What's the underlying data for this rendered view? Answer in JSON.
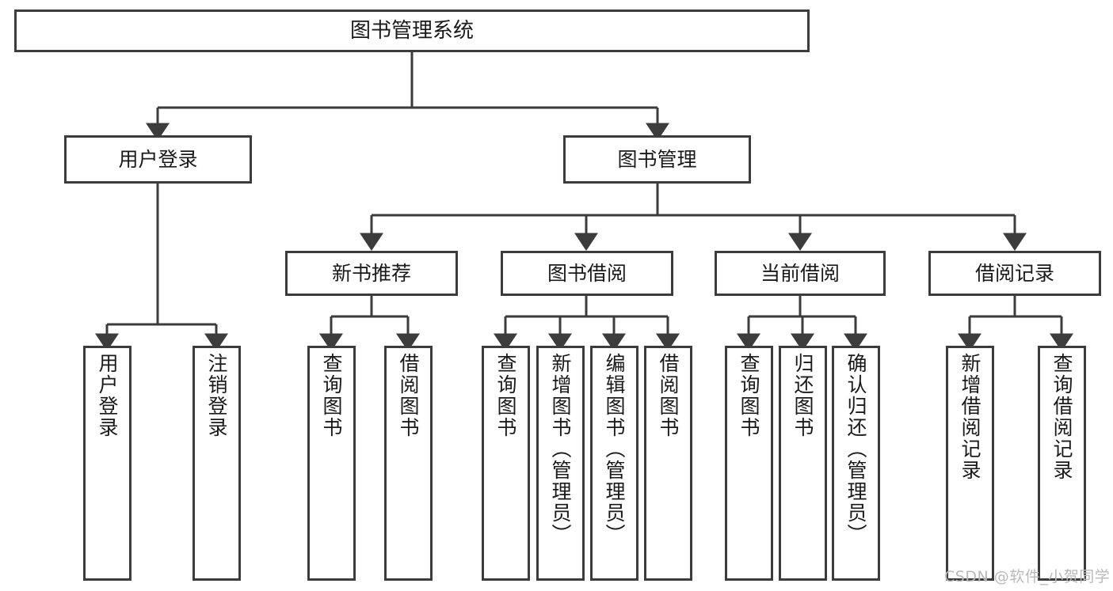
{
  "diagram": {
    "type": "hierarchy-tree",
    "title": "图书管理系统",
    "root": {
      "id": "root",
      "label": "图书管理系统"
    },
    "level2": [
      {
        "id": "user-login",
        "label": "用户登录"
      },
      {
        "id": "book-management",
        "label": "图书管理"
      }
    ],
    "level3": [
      {
        "id": "new-book-recommend",
        "label": "新书推荐",
        "parent": "book-management"
      },
      {
        "id": "book-borrow",
        "label": "图书借阅",
        "parent": "book-management"
      },
      {
        "id": "current-borrow",
        "label": "当前借阅",
        "parent": "book-management"
      },
      {
        "id": "borrow-record",
        "label": "借阅记录",
        "parent": "book-management"
      }
    ],
    "leaves": {
      "user-login": [
        {
          "id": "leaf-user-login",
          "label": "用户登录"
        },
        {
          "id": "leaf-user-logout",
          "label": "注销登录"
        }
      ],
      "new-book-recommend": [
        {
          "id": "leaf-query-book-1",
          "label": "查询图书"
        },
        {
          "id": "leaf-borrow-book-1",
          "label": "借阅图书"
        }
      ],
      "book-borrow": [
        {
          "id": "leaf-query-book-2",
          "label": "查询图书"
        },
        {
          "id": "leaf-add-book",
          "label": "新增图书（管理员）"
        },
        {
          "id": "leaf-edit-book",
          "label": "编辑图书（管理员）"
        },
        {
          "id": "leaf-borrow-book-2",
          "label": "借阅图书"
        }
      ],
      "current-borrow": [
        {
          "id": "leaf-query-book-3",
          "label": "查询图书"
        },
        {
          "id": "leaf-return-book",
          "label": "归还图书"
        },
        {
          "id": "leaf-confirm-return",
          "label": "确认归还（管理员）"
        }
      ],
      "borrow-record": [
        {
          "id": "leaf-add-record",
          "label": "新增借阅记录"
        },
        {
          "id": "leaf-query-record",
          "label": "查询借阅记录"
        }
      ]
    },
    "colors": {
      "border": "#3c3c3c",
      "fill": "#ffffff",
      "text": "#1a1a1a",
      "watermark": "#b9b9b9"
    }
  },
  "watermark": {
    "text": "CSDN @软件_小贺同学"
  }
}
